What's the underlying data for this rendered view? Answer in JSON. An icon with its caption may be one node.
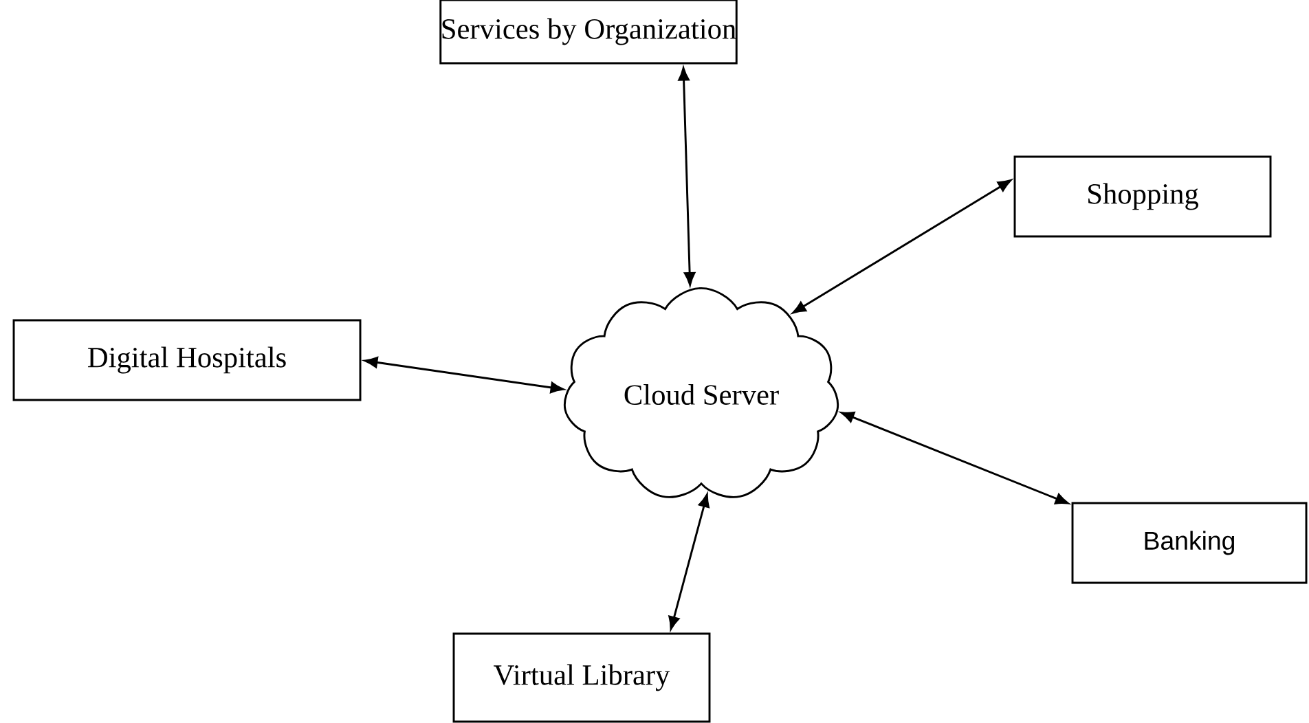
{
  "diagram": {
    "nodes": [
      {
        "text": [
          "Services by Organization"
        ]
      },
      {
        "text": [
          "Shopping"
        ]
      },
      {
        "text": [
          "Digital Hospitals"
        ]
      },
      {
        "text": [
          "Cloud Server"
        ]
      },
      {
        "text": [
          "Banking"
        ]
      },
      {
        "text": [
          "Virtual Library"
        ]
      }
    ],
    "edges": [
      {
        "from": 0,
        "to": 3,
        "arrow": "both"
      },
      {
        "from": 3,
        "to": 1,
        "arrow": "both"
      },
      {
        "from": 2,
        "to": 3,
        "arrow": "both"
      },
      {
        "from": 3,
        "to": 4,
        "arrow": "both"
      },
      {
        "from": 3,
        "to": 5,
        "arrow": "both"
      }
    ]
  }
}
